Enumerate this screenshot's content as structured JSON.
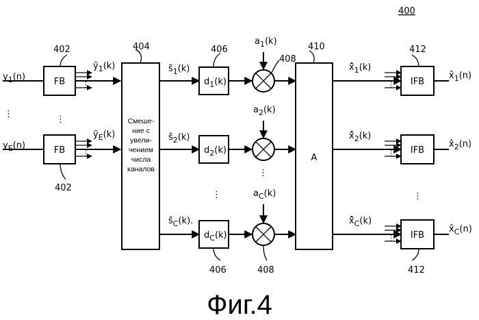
{
  "figure": {
    "ref": "400",
    "caption": "Фиг.4"
  },
  "inputs": [
    {
      "label": "y1(n)",
      "sub": "1",
      "base": "y",
      "tail": "(n)"
    },
    {
      "label": "yE(n)",
      "sub": "E",
      "base": "y",
      "tail": "(n)"
    }
  ],
  "fb": {
    "label": "FB",
    "ref": "402"
  },
  "fb_outputs": [
    {
      "base": "ỹ",
      "sub": "1",
      "tail": "(k)"
    },
    {
      "base": "ỹ",
      "sub": "E",
      "tail": "(k)"
    }
  ],
  "mixer": {
    "ref": "404",
    "lines": [
      "Смеше-",
      "ние с",
      "увели-",
      "чением",
      "числа",
      "каналов"
    ]
  },
  "s_signals": [
    {
      "base": "s̃",
      "sub": "1",
      "tail": "(k)"
    },
    {
      "base": "s̃",
      "sub": "2",
      "tail": "(k)"
    },
    {
      "base": "s̃",
      "sub": "C",
      "tail": "(k)."
    }
  ],
  "delays": {
    "ref": "406",
    "items": [
      {
        "base": "d",
        "sub": "1",
        "tail": "(k)"
      },
      {
        "base": "d",
        "sub": "2",
        "tail": "(k)"
      },
      {
        "base": "d",
        "sub": "C",
        "tail": "(k)"
      }
    ]
  },
  "gains": {
    "ref": "408",
    "items": [
      {
        "base": "a",
        "sub": "1",
        "tail": "(k)"
      },
      {
        "base": "a",
        "sub": "2",
        "tail": "(k)"
      },
      {
        "base": "a",
        "sub": "C",
        "tail": "(k)"
      }
    ]
  },
  "matrix": {
    "label": "A",
    "ref": "410"
  },
  "x_signals": [
    {
      "base": "x̃̂",
      "sub": "1",
      "tail": "(k)"
    },
    {
      "base": "x̃̂",
      "sub": "2",
      "tail": "(k)"
    },
    {
      "base": "x̃̂",
      "sub": "C",
      "tail": "(k)"
    }
  ],
  "ifb": {
    "label": "IFB",
    "ref": "412"
  },
  "outputs": [
    {
      "base": "x̂",
      "sub": "1",
      "tail": "(n)"
    },
    {
      "base": "x̂",
      "sub": "2",
      "tail": "(n)"
    },
    {
      "base": "x̂",
      "sub": "C",
      "tail": "(n)"
    }
  ],
  "ellipsis": "⋮"
}
